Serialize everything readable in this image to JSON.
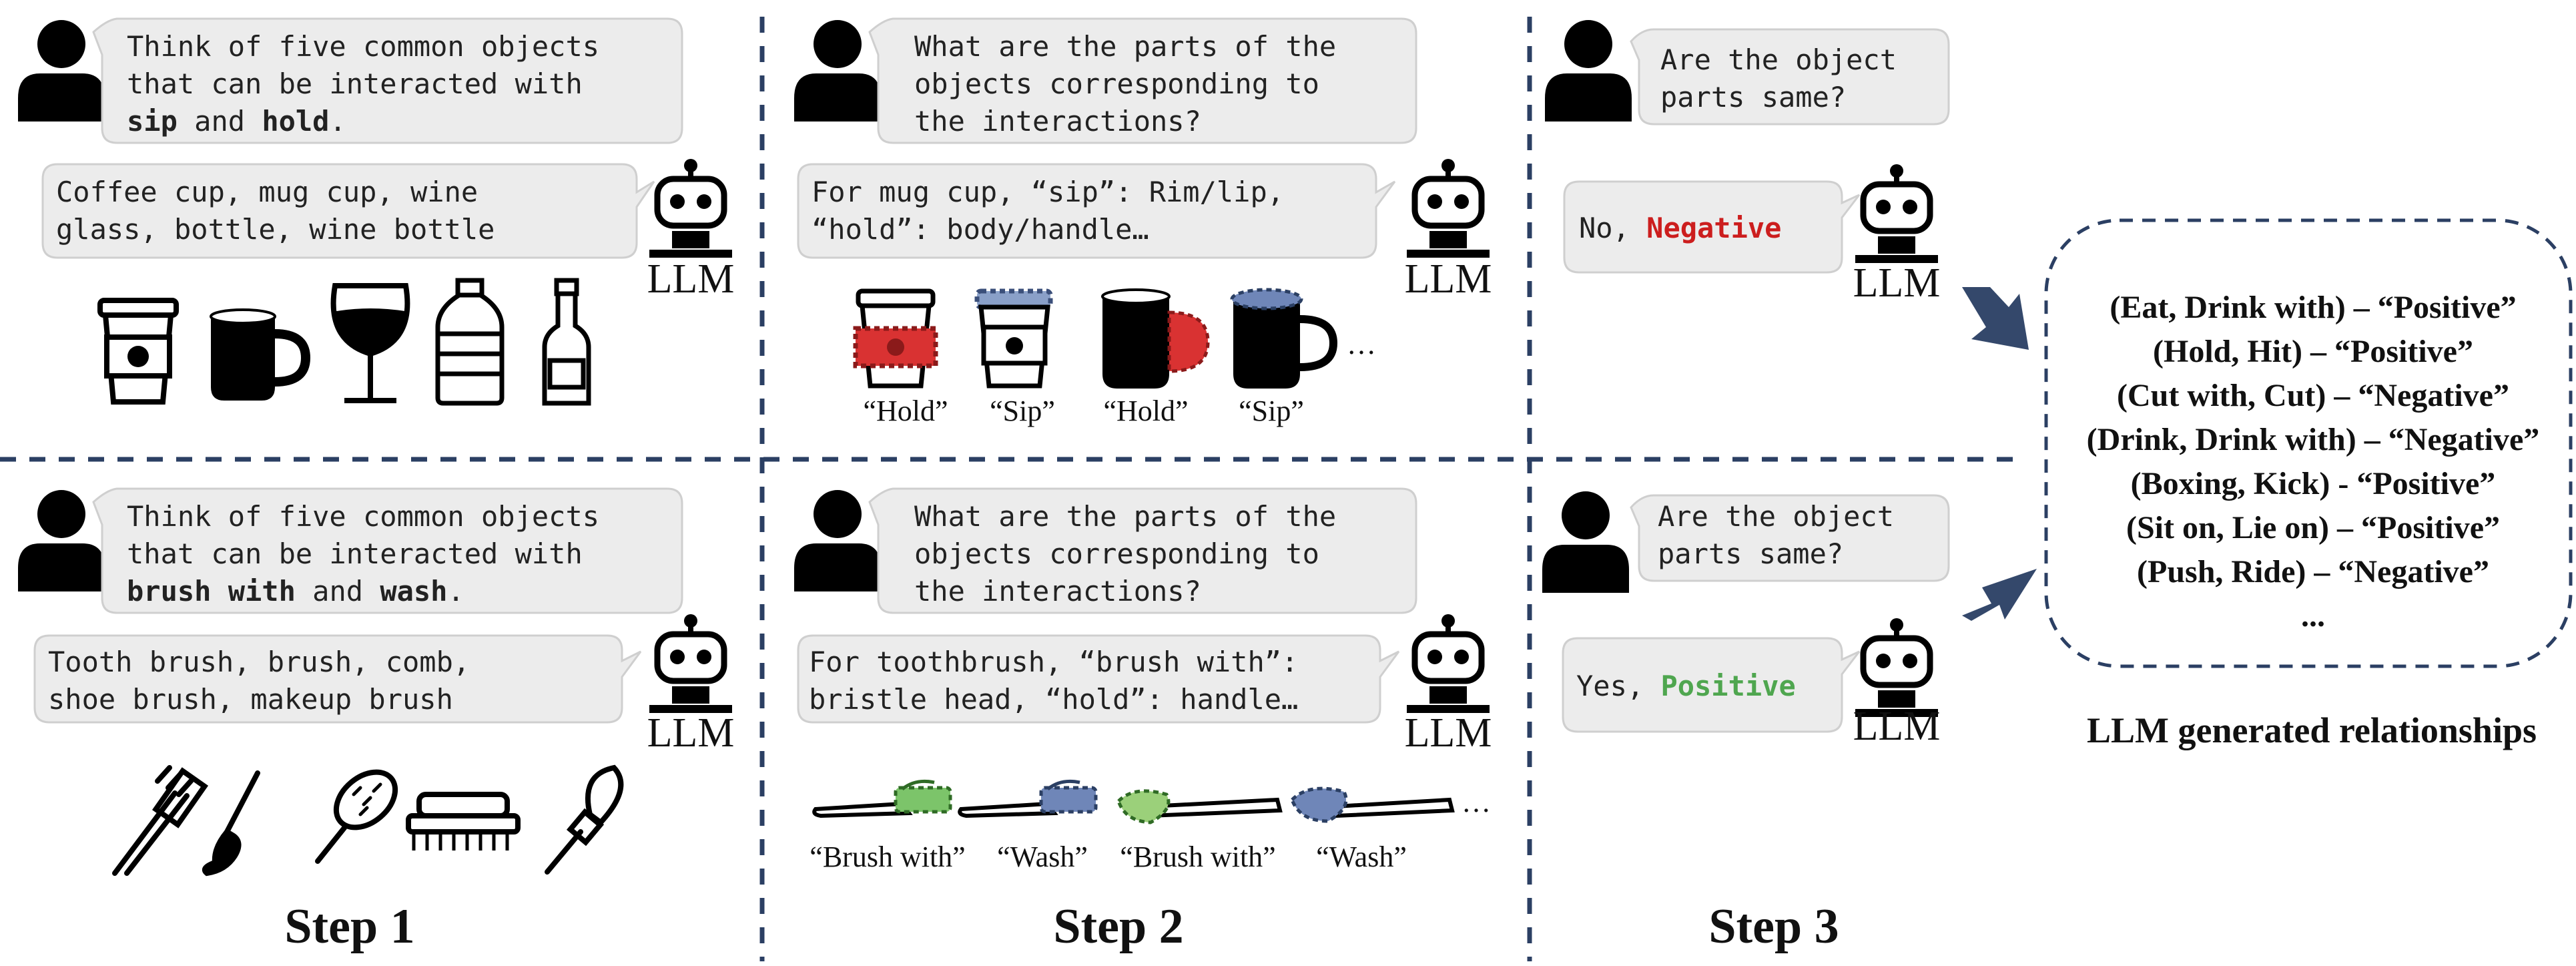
{
  "colors": {
    "divider": "#2b3f63",
    "arrow": "#34486b",
    "bubble": "#ececec",
    "negative": "#cc1e1e",
    "positive": "#4fa64f",
    "red_part": "#d93232",
    "green_part": "#7cc46a",
    "blue_part": "#6f86b8"
  },
  "panels": {
    "step1_top": {
      "question": [
        "Think of five common objects",
        "that can be interacted with",
        "sip",
        "and",
        "hold",
        "."
      ],
      "answer": [
        "Coffee cup, mug cup, wine",
        "glass, bottle, wine bottle"
      ],
      "llm": "LLM",
      "icons": [
        "coffee-cup-icon",
        "mug-icon",
        "wine-glass-icon",
        "water-bottle-icon",
        "wine-bottle-icon"
      ]
    },
    "step1_bottom": {
      "question": [
        "Think of five common objects",
        "that can be interacted with",
        "brush with",
        "and",
        "wash",
        "."
      ],
      "answer": [
        "Tooth brush, brush, comb,",
        "shoe brush, makeup brush"
      ],
      "llm": "LLM",
      "icons": [
        "toothbrush-icon",
        "paint-brush-icon",
        "comb-icon",
        "shoe-brush-icon",
        "makeup-brush-icon"
      ]
    },
    "step2_top": {
      "question": [
        "What are the parts of the",
        "objects corresponding to",
        "the interactions?"
      ],
      "answer": [
        "For mug cup, “sip”: Rim/lip,",
        "“hold”: body/handle…"
      ],
      "llm": "LLM",
      "labels": [
        "“Hold”",
        "“Sip”",
        "“Hold”",
        "“Sip”"
      ],
      "ellipsis": "…"
    },
    "step2_bottom": {
      "question": [
        "What are the parts of the",
        "objects corresponding to",
        "the interactions?"
      ],
      "answer": [
        "For toothbrush, “brush with”:",
        "bristle head, “hold”: handle…"
      ],
      "llm": "LLM",
      "labels": [
        "“Brush with”",
        "“Wash”",
        "“Brush with”",
        "“Wash”"
      ],
      "ellipsis": "…"
    },
    "step3_top": {
      "question": [
        "Are the object",
        "parts same?"
      ],
      "answer_prefix": "No, ",
      "answer_value": "Negative",
      "llm": "LLM"
    },
    "step3_bottom": {
      "question": [
        "Are the object",
        "parts same?"
      ],
      "answer_prefix": "Yes, ",
      "answer_value": "Positive",
      "llm": "LLM"
    }
  },
  "steps": [
    "Step 1",
    "Step 2",
    "Step 3"
  ],
  "relationships": {
    "items": [
      "(Eat, Drink with) – “Positive”",
      "(Hold, Hit) – “Positive”",
      "(Cut with, Cut) – “Negative”",
      "(Drink, Drink with) – “Negative”",
      "(Boxing, Kick) - “Positive”",
      "(Sit on, Lie on) – “Positive”",
      "(Push, Ride) – “Negative”",
      "..."
    ],
    "caption": "LLM generated relationships"
  }
}
